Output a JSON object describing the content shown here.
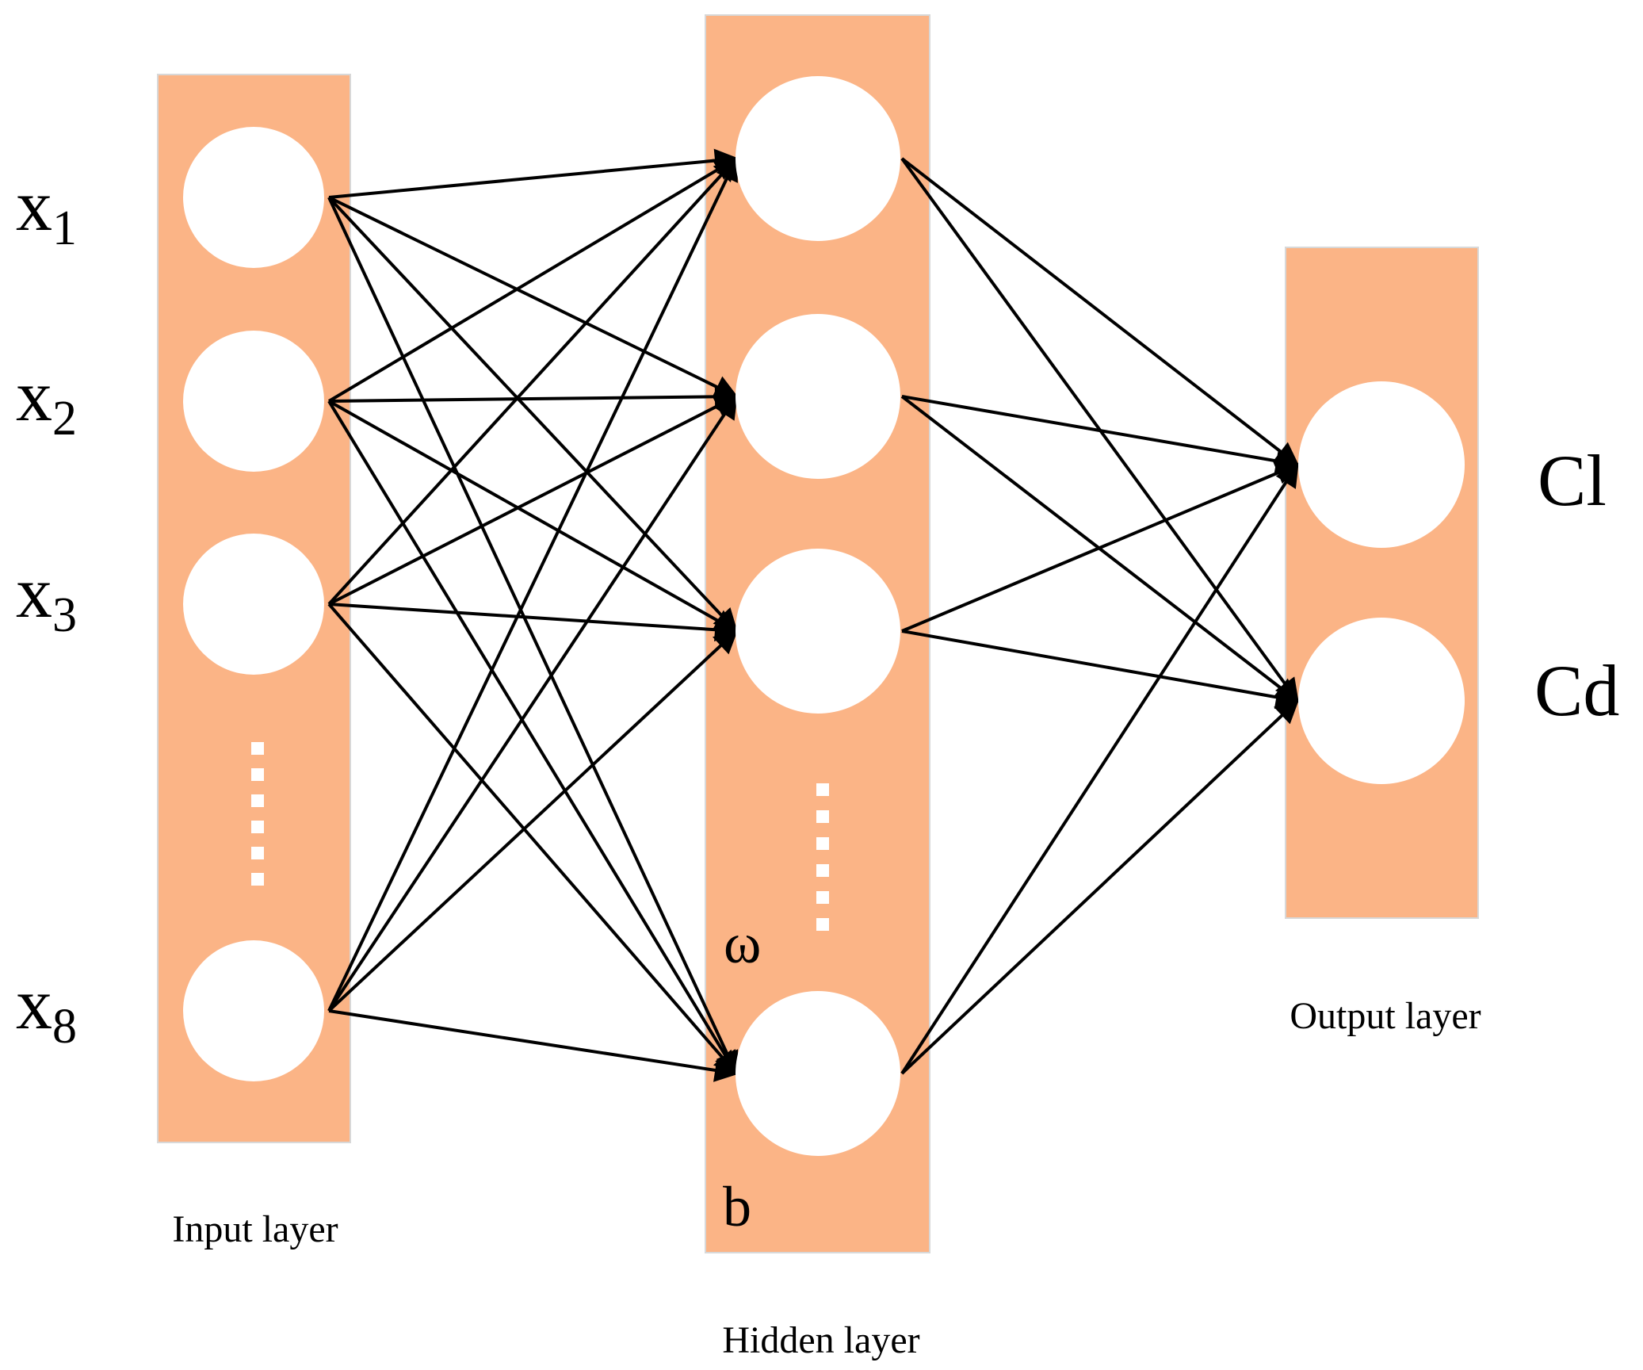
{
  "colors": {
    "layer_fill": "#FBB486",
    "node_fill": "#ffffff",
    "edge": "#000000"
  },
  "layers": {
    "input": {
      "caption": "Input layer",
      "nodes": [
        {
          "base": "x",
          "sub": "1"
        },
        {
          "base": "x",
          "sub": "2"
        },
        {
          "base": "x",
          "sub": "3"
        },
        {
          "base": "x",
          "sub": "8"
        }
      ]
    },
    "hidden": {
      "caption": "Hidden layer",
      "node_count_shown": 4,
      "weight_symbol": "ω",
      "bias_symbol": "b"
    },
    "output": {
      "caption": "Output layer",
      "nodes": [
        "Cl",
        "Cd"
      ]
    }
  },
  "connections": "fully-connected"
}
